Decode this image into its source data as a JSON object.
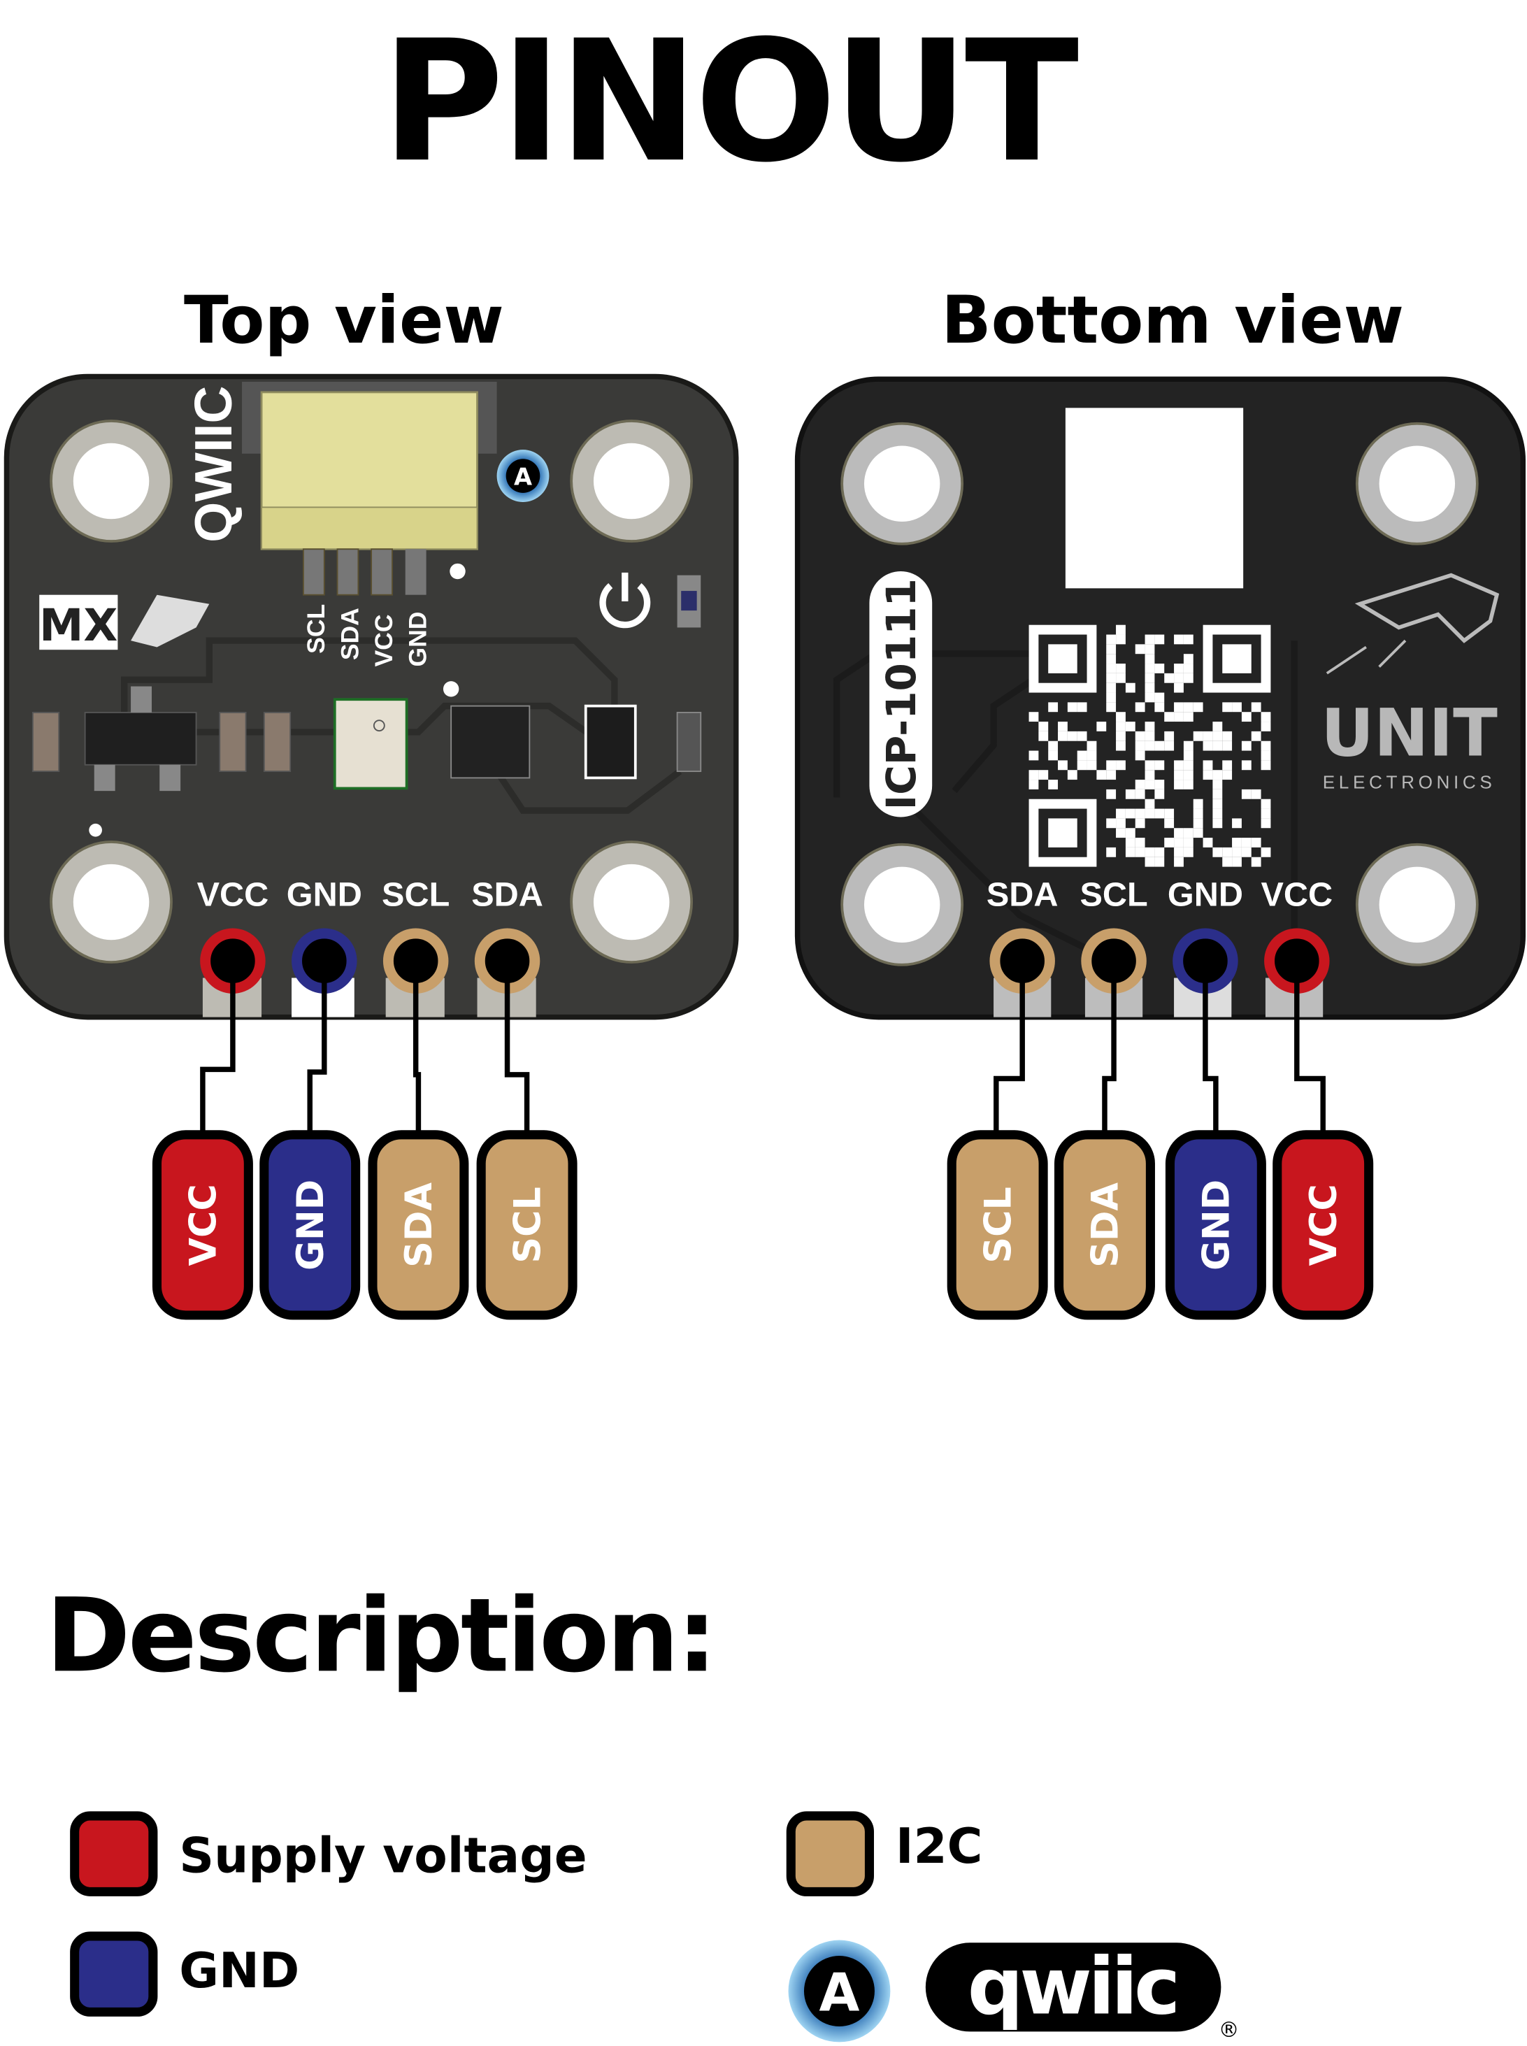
{
  "title": "PINOUT",
  "top_view": {
    "heading": "Top view",
    "silk_qwiic": "QWIIC",
    "silk_mx": "MX",
    "connector_pins": [
      "SCL",
      "SDA",
      "VCC",
      "GND"
    ],
    "badge": "A",
    "header_labels": [
      "VCC",
      "GND",
      "SCL",
      "SDA"
    ],
    "pills": [
      "VCC",
      "GND",
      "SDA",
      "SCL"
    ]
  },
  "bottom_view": {
    "heading": "Bottom view",
    "part_number": "ICP-10111",
    "brand": "UNIT",
    "brand_sub": "ELECTRONICS",
    "header_labels": [
      "SDA",
      "SCL",
      "GND",
      "VCC"
    ],
    "pills": [
      "SCL",
      "SDA",
      "GND",
      "VCC"
    ]
  },
  "description": {
    "heading": "Description:",
    "legend": [
      {
        "label": "Supply voltage",
        "color": "#c8161e"
      },
      {
        "label": "GND",
        "color": "#2b2e8a"
      },
      {
        "label": "I2C",
        "color": "#c89f6a"
      }
    ],
    "qwiic_badge": "A",
    "qwiic_logo": "qwiic",
    "registered": "®"
  },
  "colors": {
    "vcc": "#c8161e",
    "gnd": "#2b2e8a",
    "i2c": "#c89f6a",
    "pcb_top": "#3a3a38",
    "pcb_bottom": "#232323"
  }
}
